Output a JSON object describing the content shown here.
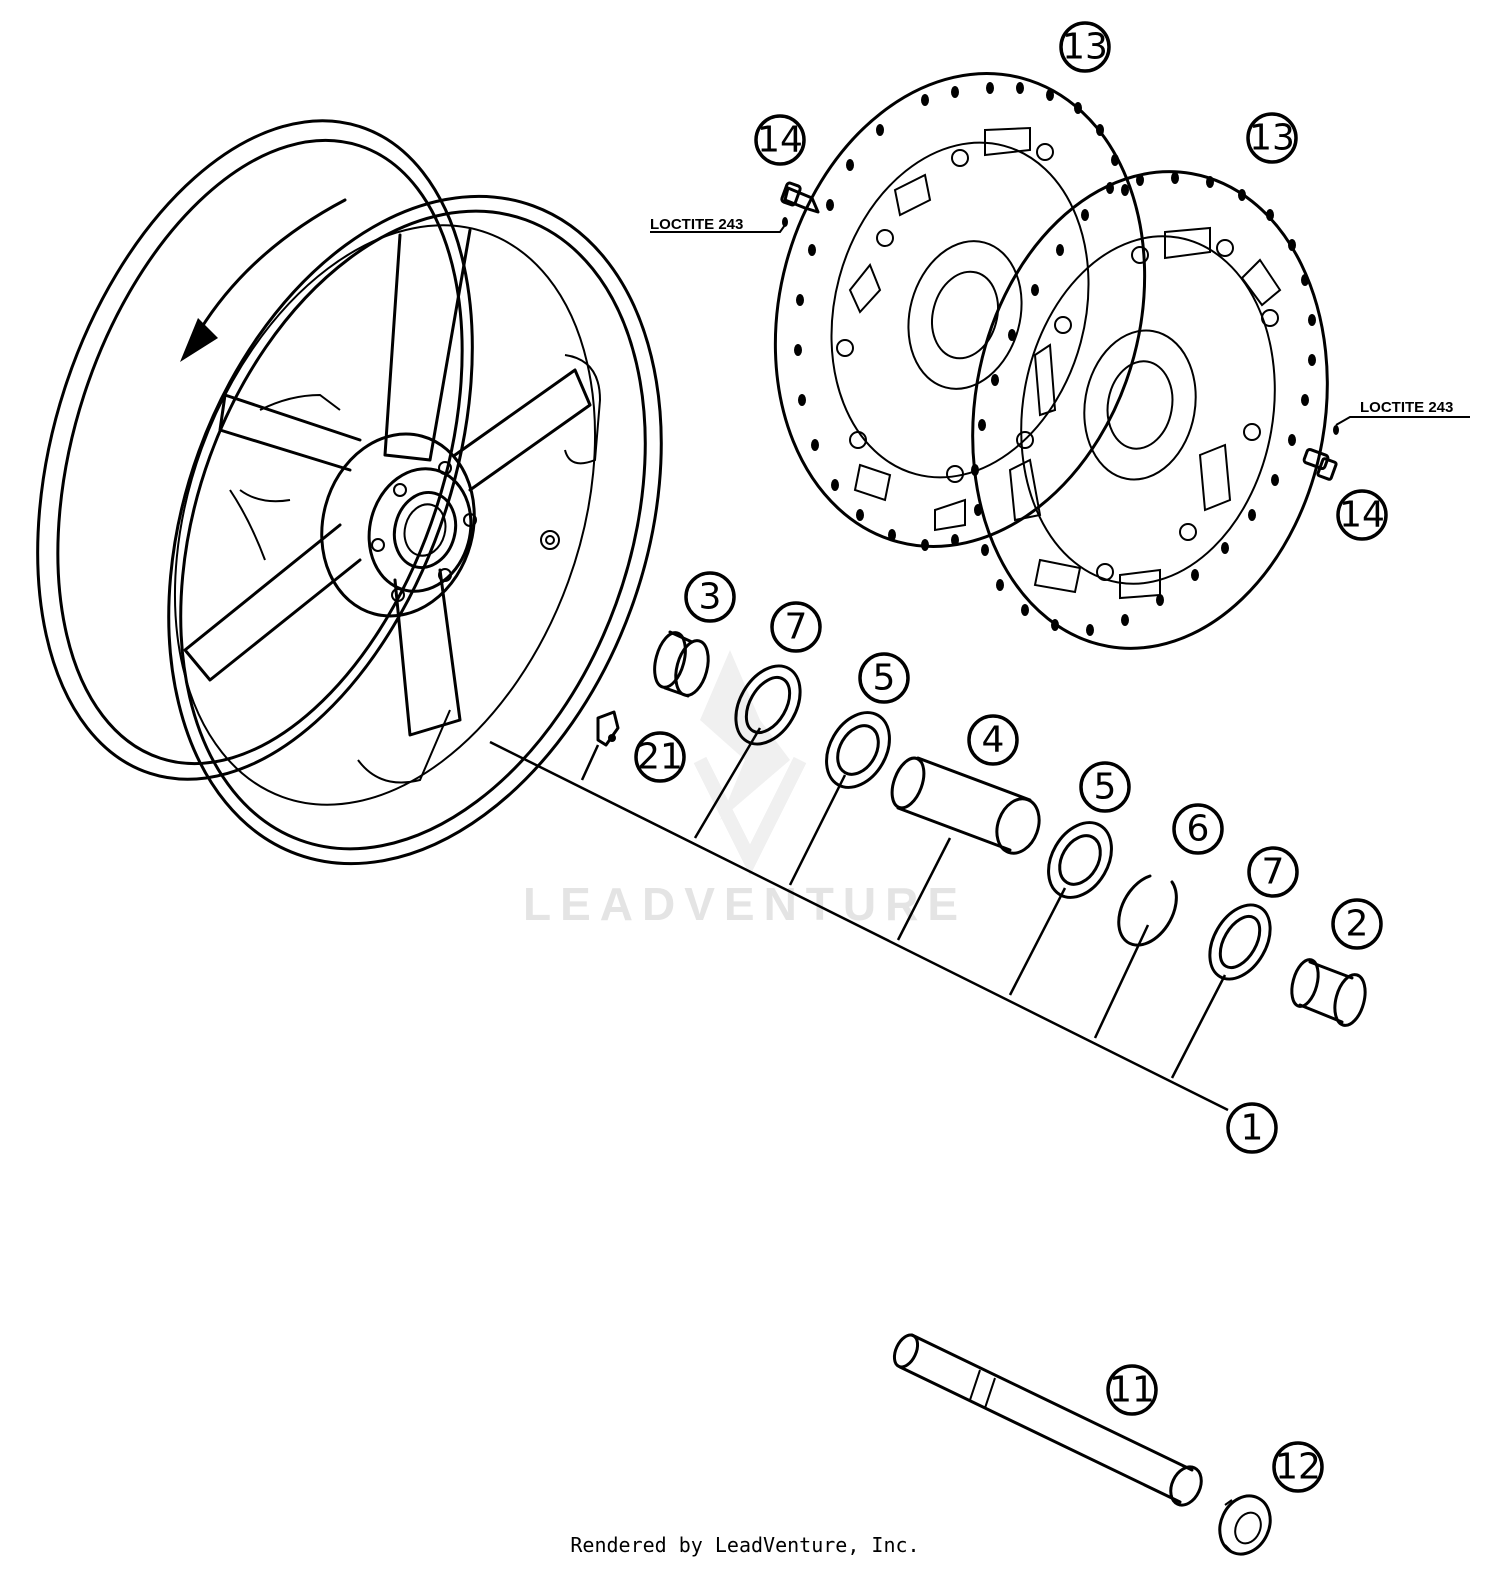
{
  "diagram": {
    "callouts": [
      {
        "id": "c13a",
        "label": "13"
      },
      {
        "id": "c13b",
        "label": "13"
      },
      {
        "id": "c14a",
        "label": "14"
      },
      {
        "id": "c14b",
        "label": "14"
      },
      {
        "id": "c3",
        "label": "3"
      },
      {
        "id": "c7a",
        "label": "7"
      },
      {
        "id": "c5a",
        "label": "5"
      },
      {
        "id": "c4",
        "label": "4"
      },
      {
        "id": "c21",
        "label": "21"
      },
      {
        "id": "c5b",
        "label": "5"
      },
      {
        "id": "c6",
        "label": "6"
      },
      {
        "id": "c7b",
        "label": "7"
      },
      {
        "id": "c2",
        "label": "2"
      },
      {
        "id": "c1",
        "label": "1"
      },
      {
        "id": "c11",
        "label": "11"
      },
      {
        "id": "c12",
        "label": "12"
      }
    ],
    "notes": {
      "loctite_left": "LOCTITE 243",
      "loctite_right": "LOCTITE 243"
    },
    "watermark": "LEADVENTURE",
    "footer": "Rendered by LeadVenture, Inc."
  }
}
